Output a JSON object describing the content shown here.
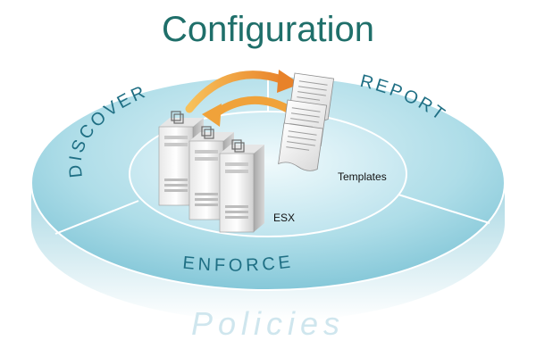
{
  "title": "Configuration",
  "ring_labels": {
    "discover": "DISCOVER",
    "report": "REPORT",
    "enforce": "ENFORCE"
  },
  "base_label": "Policies",
  "labels": {
    "templates": "Templates",
    "esx": "ESX"
  },
  "colors": {
    "title": "#1f6f6a",
    "disc_top": "#aedde8",
    "disc_edge": "#57aec4",
    "ring_text": "#1f6f84",
    "arrow": "#f0a23a",
    "policies": "#cfe6ee"
  }
}
